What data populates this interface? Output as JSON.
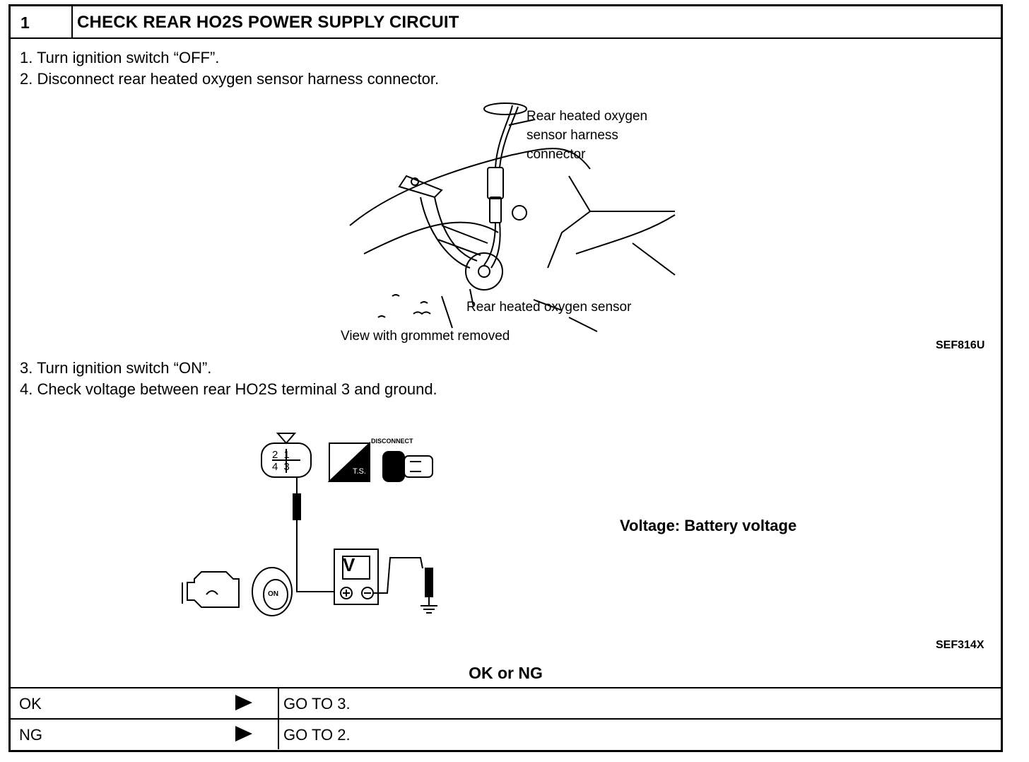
{
  "header": {
    "step_number": "1",
    "title": "CHECK REAR HO2S POWER SUPPLY CIRCUIT"
  },
  "steps": [
    "1.  Turn ignition switch “OFF”.",
    "2.  Disconnect rear heated oxygen sensor harness connector.",
    "3.  Turn ignition switch “ON”.",
    "4.  Check voltage between rear HO2S terminal 3 and ground."
  ],
  "figure1": {
    "label_connector": [
      "Rear heated oxygen",
      "sensor harness",
      "connector"
    ],
    "label_sensor": "Rear heated oxygen sensor",
    "label_view": "View with grommet removed",
    "code": "SEF816U"
  },
  "figure2": {
    "connector_terminals": [
      "2",
      "1",
      "4",
      "3"
    ],
    "ts_label": "T.S.",
    "disconnect_label": "DISCONNECT",
    "meter_label": "V",
    "key_label": "ON",
    "spec": "Voltage: Battery voltage",
    "code": "SEF314X"
  },
  "results": {
    "title": "OK or NG",
    "rows": [
      {
        "key": "OK",
        "action": "GO TO 3."
      },
      {
        "key": "NG",
        "action": "GO TO 2."
      }
    ]
  }
}
